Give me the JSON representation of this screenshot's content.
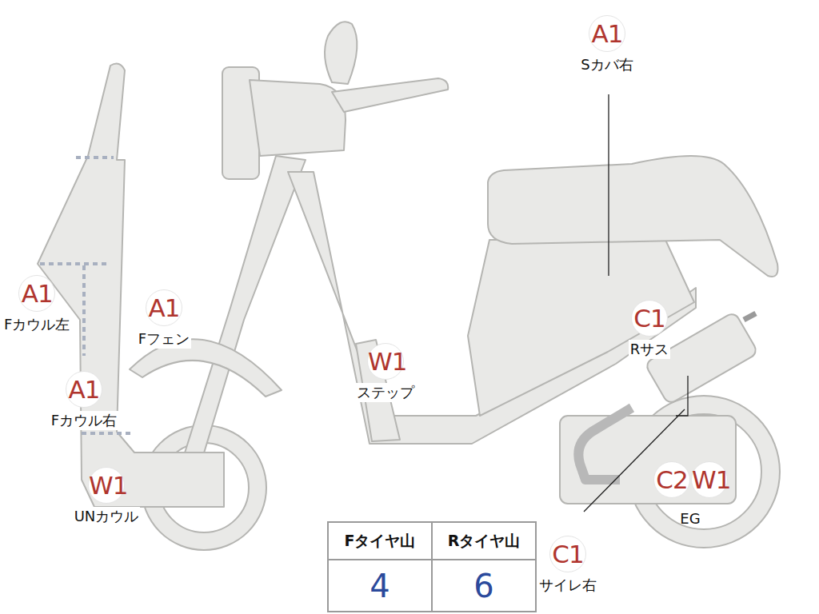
{
  "diagram": {
    "nodes": [
      {
        "text": [
          "A1",
          "Sカバ右"
        ]
      },
      {
        "text": [
          "A1",
          "Fカウル左"
        ]
      },
      {
        "text": [
          "A1",
          "Fフェン"
        ]
      },
      {
        "text": [
          "W1",
          "ステップ"
        ]
      },
      {
        "text": [
          "C1",
          "Rサス"
        ]
      },
      {
        "text": [
          "A1",
          "Fカウル右"
        ]
      },
      {
        "text": [
          "C2"
        ]
      },
      {
        "text": [
          "W1"
        ]
      },
      {
        "text": [
          "W1",
          "UNカウル"
        ]
      },
      {
        "text": [
          "C1",
          "サイレ右"
        ]
      }
    ],
    "labels": [
      "EG",
      "Fタイヤ山",
      "Rタイヤ山",
      "4",
      "6"
    ]
  }
}
